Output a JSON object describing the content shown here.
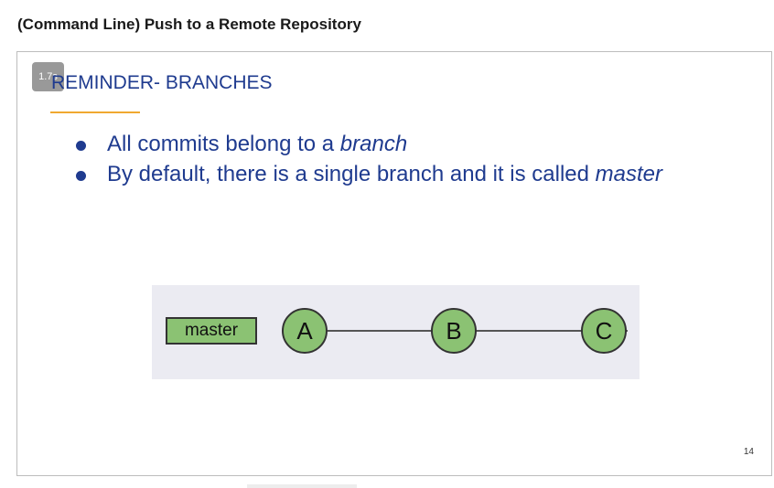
{
  "page": {
    "title": "(Command Line) Push to a Remote Repository"
  },
  "player": {
    "speed_label": "1.7s"
  },
  "slide": {
    "title": "REMINDER- BRANCHES",
    "bullet_1_text": "All commits belong to a ",
    "bullet_1_emph": "branch",
    "bullet_2_text": "By default, there is a single branch and it is called ",
    "bullet_2_emph": "master",
    "slide_number": "14",
    "diagram": {
      "branch_label": "master",
      "commits": [
        "A",
        "B",
        "C"
      ]
    }
  },
  "colors": {
    "text_blue": "#1f3b8f",
    "accent_orange": "#f0a830",
    "node_green": "#8bc273",
    "diagram_bg": "#ebebf2"
  }
}
